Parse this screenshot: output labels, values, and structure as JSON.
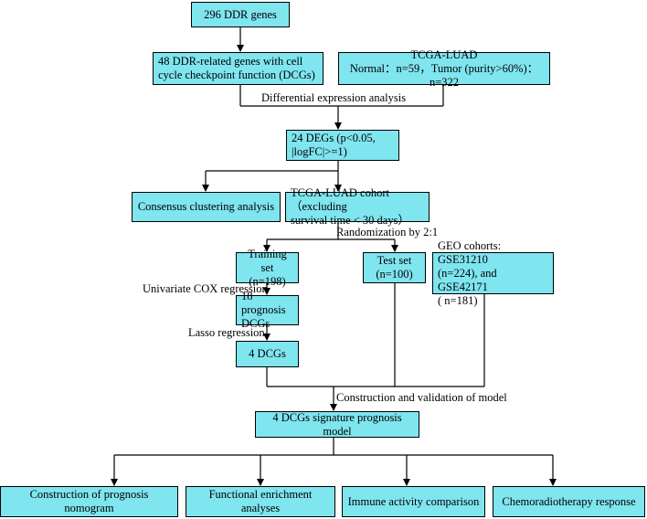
{
  "nodes": {
    "ddr_genes": "296 DDR genes",
    "dcgs": "48 DDR-related genes with cell cycle checkpoint function (DCGs)",
    "tcga_title": "TCGA-LUAD",
    "tcga_detail": "Normal：n=59，Tumor (purity>60%)：n=322",
    "degs_line1": "24 DEGs (p<0.05,",
    "degs_line2": "|logFC|>=1)",
    "consensus": "Consensus clustering analysis",
    "cohort_line1": "TCGA-LUAD cohort（excluding",
    "cohort_line2": "survival time < 30 days）",
    "training_line1": "Training set",
    "training_line2": "(n=198)",
    "test_line1": "Test set",
    "test_line2": "(n=100)",
    "geo_line1": "GEO cohorts: GSE31210",
    "geo_line2": "(n=224), and GSE42171",
    "geo_line3": "( n=181)",
    "prognosis_line1": "18  prognosis",
    "prognosis_line2": "DCGs",
    "four_dcgs": "4 DCGs",
    "model": "4 DCGs signature prognosis model",
    "out_nomogram": "Construction of prognosis nomogram",
    "out_enrichment": "Functional enrichment analyses",
    "out_immune": "Immune activity comparison",
    "out_chemo": "Chemoradiotherapy response"
  },
  "labels": {
    "differential": "Differential expression analysis",
    "randomization": "Randomization by 2:1",
    "univariate": "Univariate COX regression",
    "lasso": "Lasso regression",
    "construction": "Construction and validation of  model"
  },
  "colors": {
    "box_fill": "#7fe5ef",
    "line": "#000000"
  }
}
